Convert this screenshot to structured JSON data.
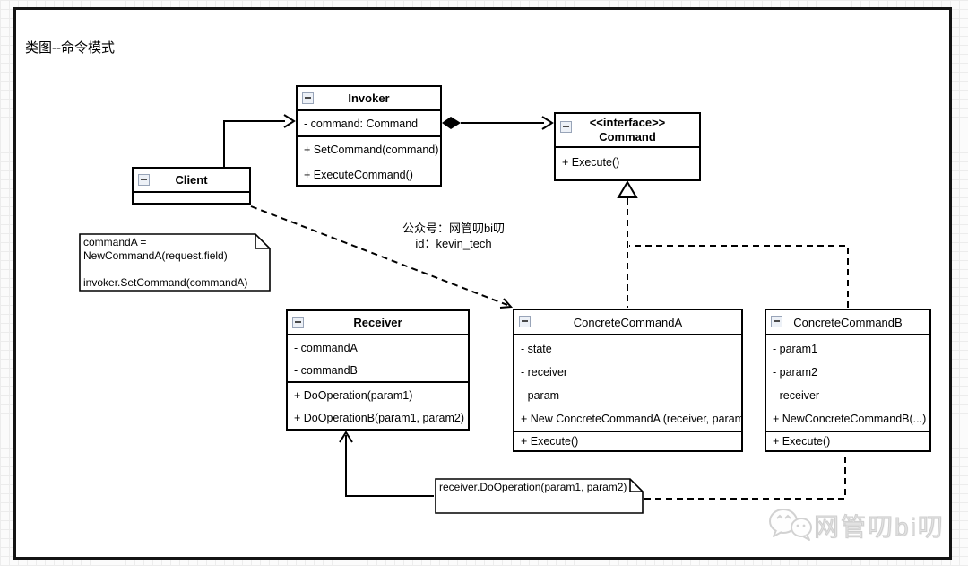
{
  "page": {
    "title": "类图--命令模式"
  },
  "classes": {
    "invoker": {
      "title": "Invoker",
      "attributes": [
        "- command: Command"
      ],
      "methods": [
        "+ SetCommand(command)",
        "+ ExecuteCommand()"
      ]
    },
    "client": {
      "title": "Client"
    },
    "command": {
      "stereotype": "<<interface>>",
      "title": "Command",
      "methods": [
        "+ Execute()"
      ]
    },
    "receiver": {
      "title": "Receiver",
      "attributes": [
        "- commandA",
        "- commandB"
      ],
      "methods": [
        "+ DoOperation(param1)",
        "+ DoOperationB(param1, param2)"
      ]
    },
    "concreteCommandA": {
      "title": "ConcreteCommandA",
      "attributes": [
        "- state",
        "- receiver",
        "- param",
        "+ New ConcreteCommandA (receiver, param)"
      ],
      "methods": [
        "+ Execute()"
      ]
    },
    "concreteCommandB": {
      "title": "ConcreteCommandB",
      "attributes": [
        "- param1",
        "- param2",
        "- receiver",
        "+ NewConcreteCommandB(...)"
      ],
      "methods": [
        "+ Execute()"
      ]
    }
  },
  "notes": {
    "clientNote": {
      "lines": [
        "commandA =",
        "NewCommandA(request.field)",
        "",
        "invoker.SetCommand(commandA)"
      ]
    },
    "execNote": {
      "lines": [
        "receiver.DoOperation(param1, param2)"
      ]
    }
  },
  "annotation": {
    "line1": "公众号：网管叨bi叨",
    "line2": "id：kevin_tech"
  },
  "watermark": {
    "text": "网管叨bi叨",
    "icon": "wechat-chat-bubbles-icon"
  },
  "icons": {
    "collapse": "minus-square-icon"
  },
  "colors": {
    "line": "#000000",
    "canvas": "#ffffff",
    "grid": "#ececec",
    "collapse_bg": "#edf1f7",
    "watermark_gray": "#d9d9d9"
  }
}
